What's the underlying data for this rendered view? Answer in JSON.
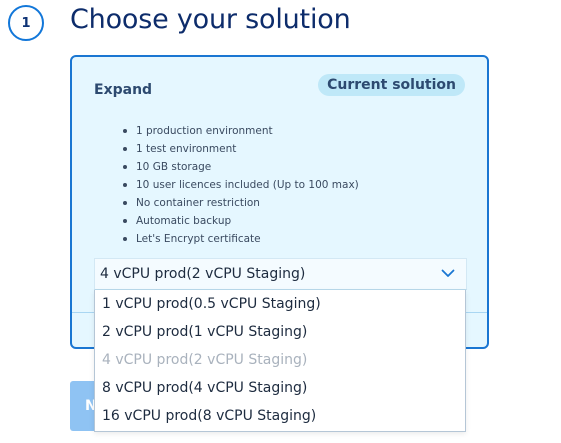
{
  "step": {
    "number": "1",
    "title": "Choose your solution"
  },
  "plan": {
    "name": "Expand",
    "badge": "Current solution",
    "features": [
      "1 production environment",
      "1 test environment",
      "10 GB storage",
      "10 user licences included (Up to 100 max)",
      "No container restriction",
      "Automatic backup",
      "Let's Encrypt certificate"
    ]
  },
  "select": {
    "value": "4 vCPU prod(2 vCPU Staging)",
    "options": [
      {
        "label": "1 vCPU prod(0.5 vCPU Staging)",
        "disabled": false
      },
      {
        "label": "2 vCPU prod(1 vCPU Staging)",
        "disabled": false
      },
      {
        "label": "4 vCPU prod(2 vCPU Staging)",
        "disabled": true
      },
      {
        "label": "8 vCPU prod(4 vCPU Staging)",
        "disabled": false
      },
      {
        "label": "16 vCPU prod(8 vCPU Staging)",
        "disabled": false
      }
    ]
  },
  "next_button": {
    "label": "N"
  },
  "colors": {
    "accent": "#1a76d2",
    "title": "#0d2c6b",
    "card_background": "#e5f7ff",
    "badge_background": "#bfe8f8",
    "disabled_option": "#a9b2bd",
    "button_disabled": "#8fc3f3"
  },
  "icons": {
    "select_chevron": "chevron-down-icon"
  }
}
